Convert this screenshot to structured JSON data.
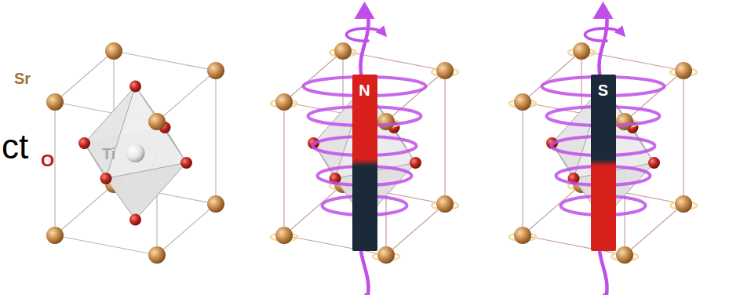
{
  "diagram": {
    "nodes": [
      {
        "text": [
          "N"
        ]
      },
      {
        "text": [
          "S"
        ]
      }
    ],
    "labels": [
      "Sr",
      "O",
      "ct",
      "Ti"
    ]
  }
}
